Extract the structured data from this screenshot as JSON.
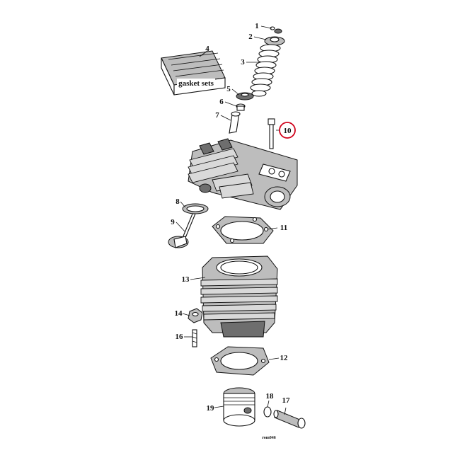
{
  "callouts": {
    "c1": "1",
    "c2": "2",
    "c3": "3",
    "c4": "4",
    "c5": "5",
    "c6": "6",
    "c7": "7",
    "c8": "8",
    "c9": "9",
    "c10": "10",
    "c11": "11",
    "c12": "12",
    "c13": "13",
    "c14": "14",
    "c16": "16",
    "c17": "17",
    "c18": "18",
    "c19": "19"
  },
  "gasket_box_label": "gasket sets",
  "image_code": "rom046",
  "highlight_color": "#d0021b"
}
